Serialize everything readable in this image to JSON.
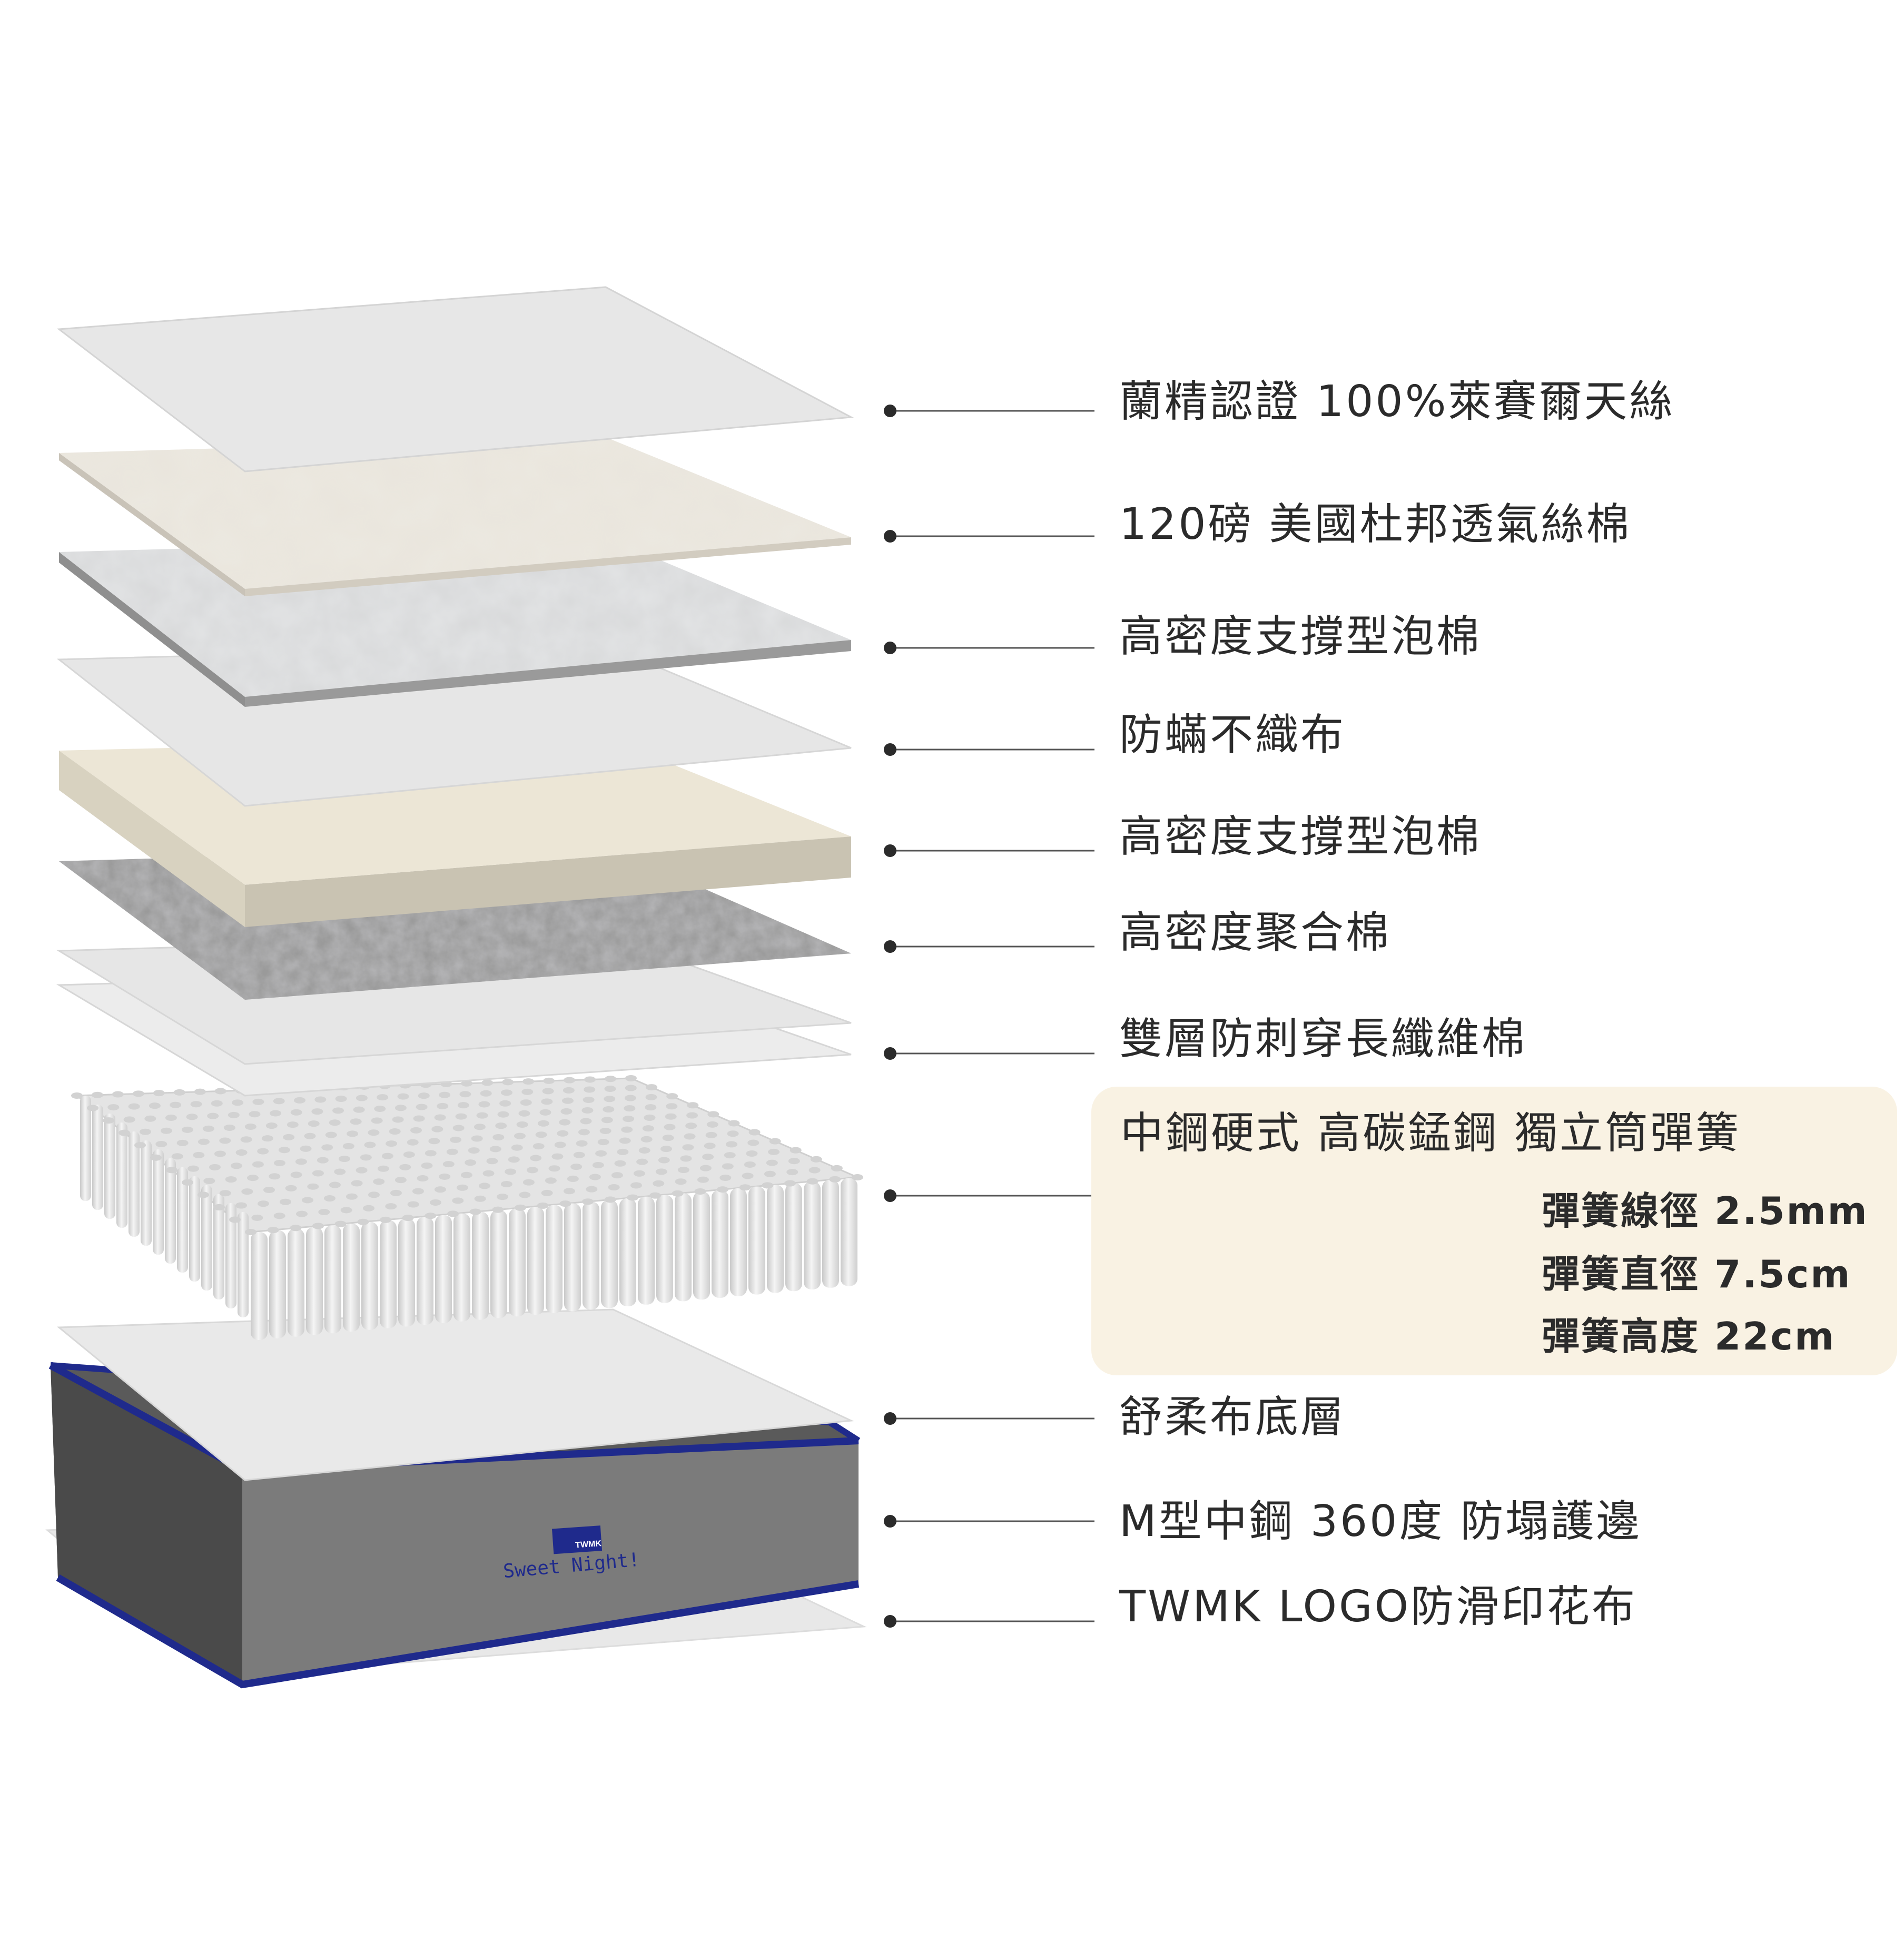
{
  "layers": [
    {
      "id": "top-fabric",
      "label": "蘭精認證 100%萊賽爾天絲"
    },
    {
      "id": "silk-cotton",
      "label": "120磅 美國杜邦透氣絲棉"
    },
    {
      "id": "support-foam-1",
      "label": "高密度支撐型泡棉"
    },
    {
      "id": "mite-nonwoven",
      "label": "防蟎不織布"
    },
    {
      "id": "support-foam-2",
      "label": "高密度支撐型泡棉"
    },
    {
      "id": "bonded-cotton",
      "label": "高密度聚合棉"
    },
    {
      "id": "puncture-fiber",
      "label": "雙層防刺穿長纖維棉"
    },
    {
      "id": "springs",
      "label": "中鋼硬式 高碳錳鋼 獨立筒彈簧"
    },
    {
      "id": "bottom-fabric",
      "label": "舒柔布底層"
    },
    {
      "id": "edge-support",
      "label": "M型中鋼 360度 防塌護邊"
    },
    {
      "id": "logo-fabric",
      "label": "TWMK LOGO防滑印花布"
    }
  ],
  "spring_specs": [
    {
      "name": "彈簧線徑",
      "value": "2.5mm"
    },
    {
      "name": "彈簧直徑",
      "value": "7.5cm"
    },
    {
      "name": "彈簧高度",
      "value": "22cm"
    }
  ],
  "brand": {
    "logo_text": "TWMK",
    "tagline": "Sweet Night!"
  },
  "colors": {
    "callout_bg": "#f9f2e3",
    "sheet": "#e6e6e6",
    "cream_foam": "#ece6d6",
    "border_gray": "#767676",
    "piping_blue": "#1f2a8c",
    "text": "#2b2b2b"
  }
}
